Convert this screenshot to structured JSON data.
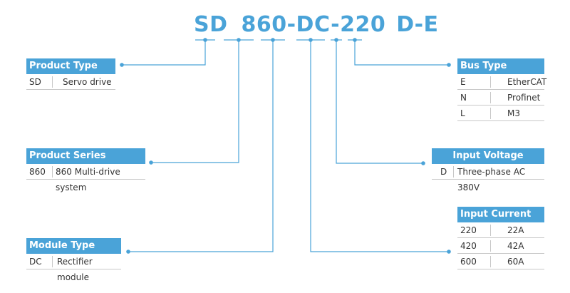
{
  "model_code": {
    "sd": "SD",
    "series": "860-",
    "module": "DC-",
    "current": "220",
    "voltage": "D",
    "dash": "-",
    "bus": "E"
  },
  "colors": {
    "accent": "#4aa3d8"
  },
  "product_type": {
    "title": "Product Type",
    "rows": [
      {
        "code": "SD",
        "desc": "Servo drive"
      }
    ]
  },
  "product_series": {
    "title": "Product Series",
    "rows": [
      {
        "code": "860",
        "desc": "860 Multi-drive system"
      }
    ]
  },
  "module_type": {
    "title": "Module Type",
    "rows": [
      {
        "code": "DC",
        "desc": "Rectifier module"
      }
    ]
  },
  "bus_type": {
    "title": "Bus Type",
    "rows": [
      {
        "code": "E",
        "desc": "EtherCAT"
      },
      {
        "code": "N",
        "desc": "Profinet"
      },
      {
        "code": "L",
        "desc": "M3"
      }
    ]
  },
  "input_voltage": {
    "title": "Input Voltage",
    "rows": [
      {
        "code": "D",
        "desc": "Three-phase AC 380V"
      }
    ]
  },
  "input_current": {
    "title": "Input Current",
    "rows": [
      {
        "code": "220",
        "desc": "22A"
      },
      {
        "code": "420",
        "desc": "42A"
      },
      {
        "code": "600",
        "desc": "60A"
      }
    ]
  }
}
